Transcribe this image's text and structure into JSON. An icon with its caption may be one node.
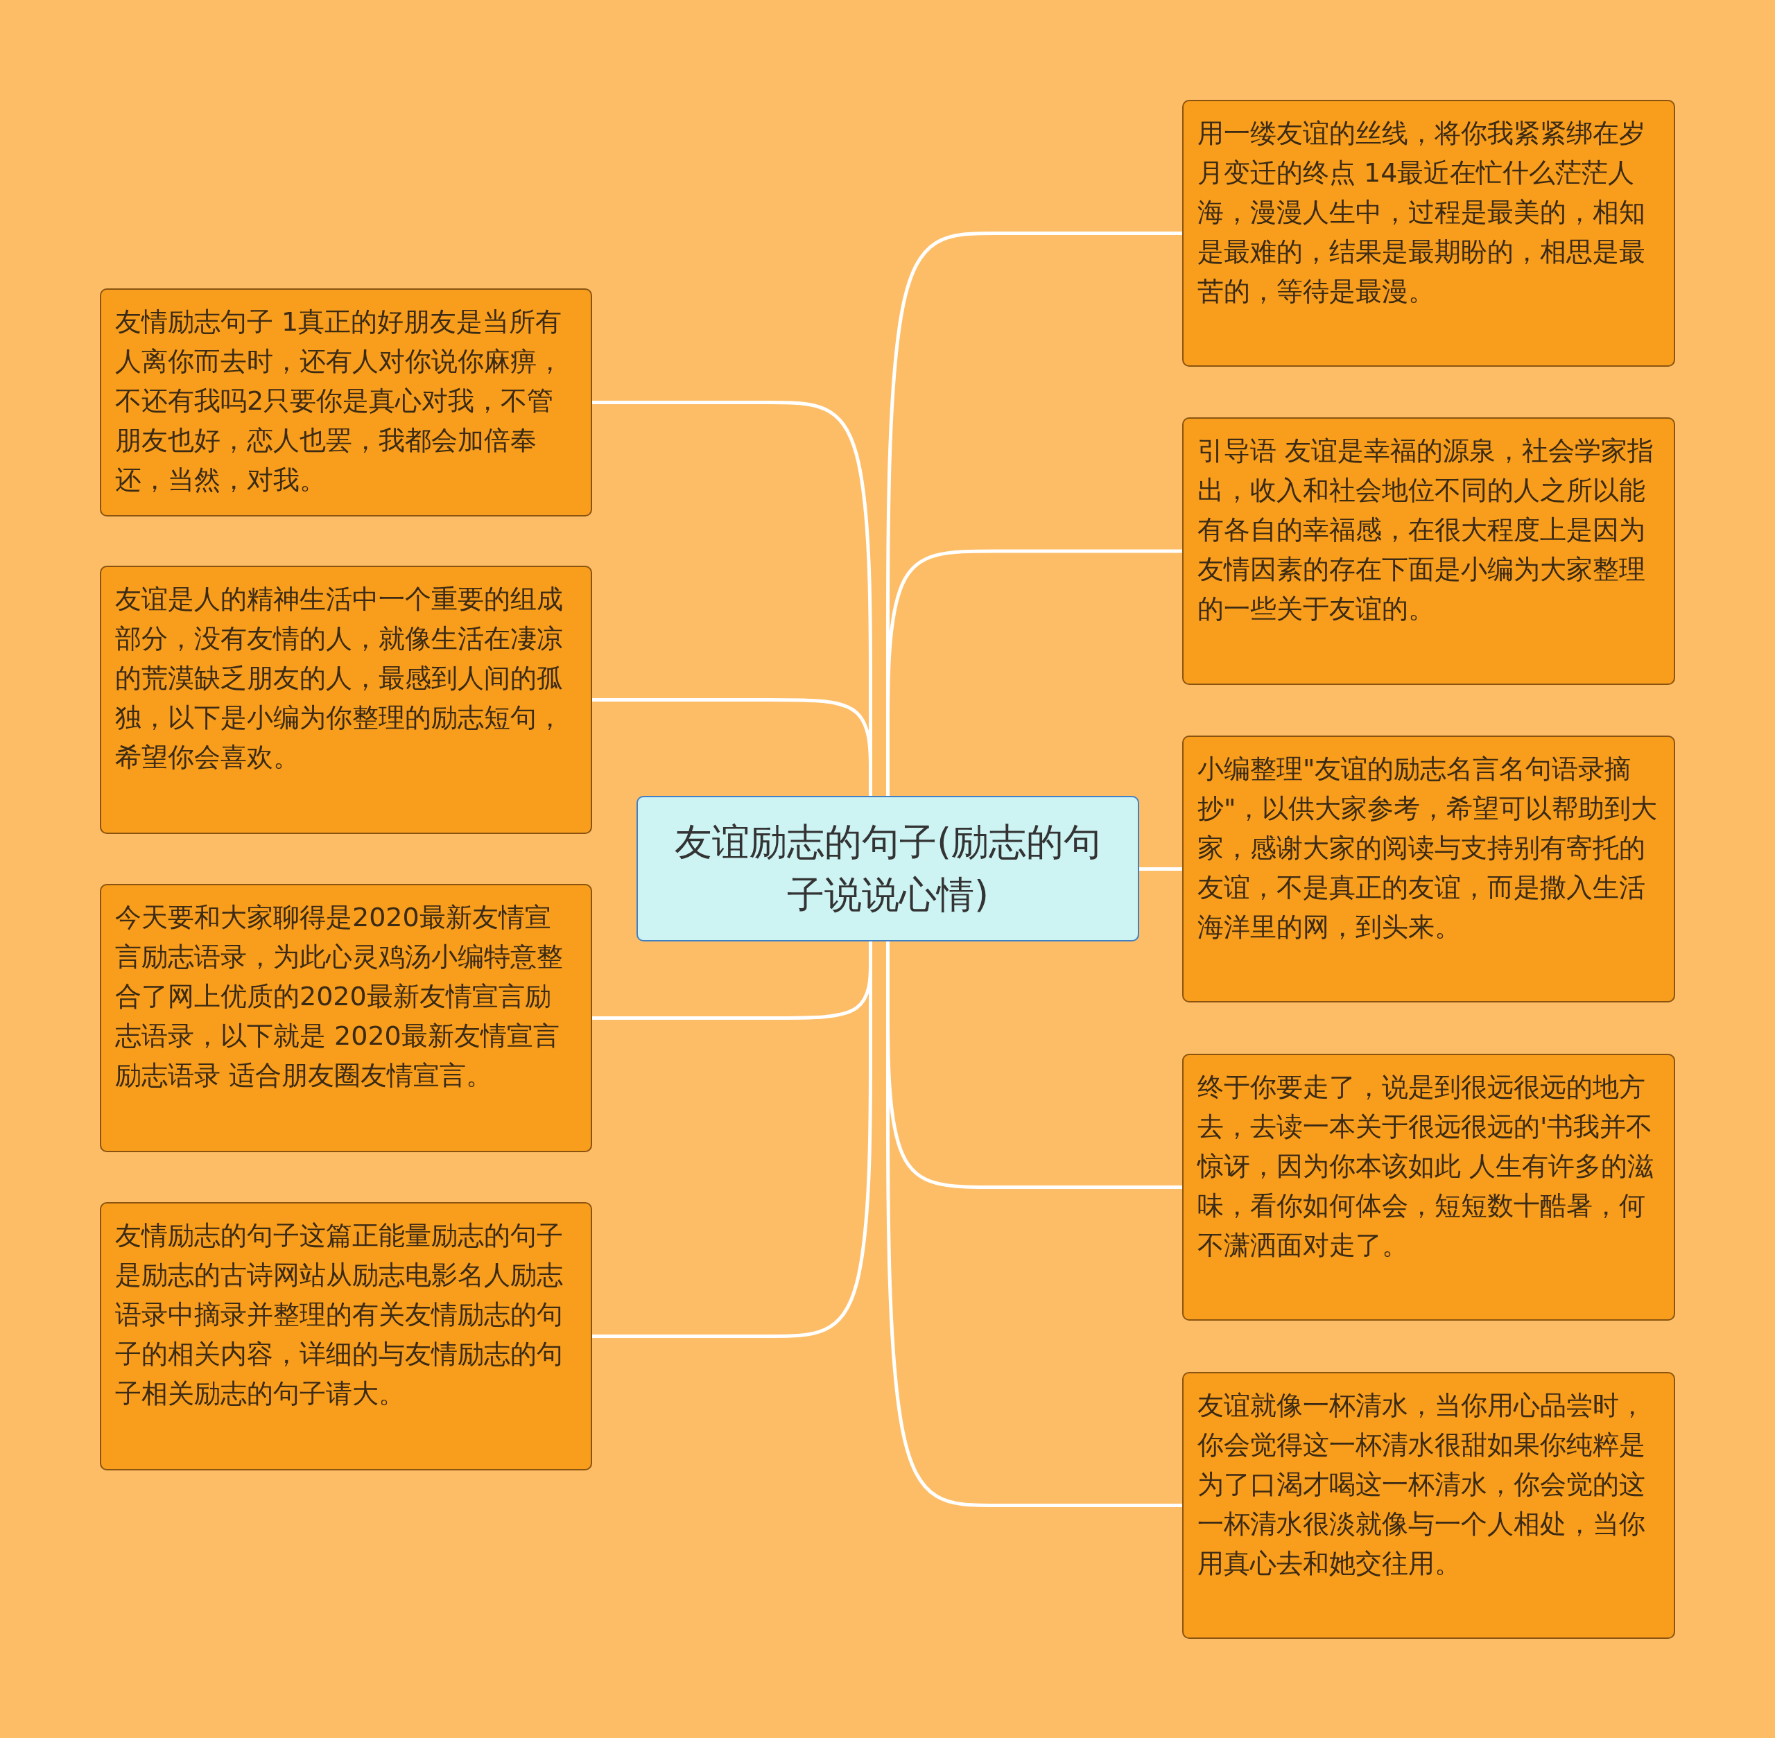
{
  "diagram": {
    "nodes": [
      {
        "text": [
          "友谊励志的句子(励志的句子说说心情)"
        ]
      },
      {
        "text": [
          "友情励志句子 1真正的好朋友是当所有人离你而去时，还有人对你说你麻痹，不还有我吗2只要你是真心对我，不管朋友也好，恋人也罢，我都会加倍奉还，当然，对我。"
        ]
      },
      {
        "text": [
          "友谊是人的精神生活中一个重要的组成部分，没有友情的人，就像生活在凄凉的荒漠缺乏朋友的人，最感到人间的孤独，以下是小编为你整理的励志短句，希望你会喜欢。"
        ]
      },
      {
        "text": [
          "今天要和大家聊得是2020最新友情宣言励志语录，为此心灵鸡汤小编特意整合了网上优质的2020最新友情宣言励志语录，以下就是 2020最新友情宣言励志语录 适合朋友圈友情宣言。"
        ]
      },
      {
        "text": [
          "友情励志的句子这篇正能量励志的句子是励志的古诗网站从励志电影名人励志语录中摘录并整理的有关友情励志的句子的相关内容，详细的与友情励志的句子相关励志的句子请大。"
        ]
      },
      {
        "text": [
          "用一缕友谊的丝线，将你我紧紧绑在岁月变迁的终点 14最近在忙什么茫茫人海，漫漫人生中，过程是最美的，相知是最难的，结果是最期盼的，相思是最苦的，等待是最漫。"
        ]
      },
      {
        "text": [
          "引导语 友谊是幸福的源泉，社会学家指出，收入和社会地位不同的人之所以能有各自的幸福感，在很大程度上是因为友情因素的存在下面是小编为大家整理的一些关于友谊的。"
        ]
      },
      {
        "text": [
          "小编整理\"友谊的励志名言名句语录摘抄\"，以供大家参考，希望可以帮助到大家，感谢大家的阅读与支持别有寄托的友谊，不是真正的友谊，而是撒入生活海洋里的网，到头来。"
        ]
      },
      {
        "text": [
          "终于你要走了，说是到很远很远的地方去，去读一本关于很远很远的'书我并不惊讶，因为你本该如此 人生有许多的滋味，看你如何体会，短短数十酷暑，何不潇洒面对走了。"
        ]
      },
      {
        "text": [
          "友谊就像一杯清水，当你用心品尝时，你会觉得这一杯清水很甜如果你纯粹是为了口渴才喝这一杯清水，你会觉的这一杯清水很淡就像与一个人相处，当你用真心去和她交往用。"
        ]
      }
    ],
    "edges": [
      {
        "from": 0,
        "to": 1,
        "arrow": "none"
      },
      {
        "from": 0,
        "to": 2,
        "arrow": "none"
      },
      {
        "from": 0,
        "to": 3,
        "arrow": "none"
      },
      {
        "from": 0,
        "to": 4,
        "arrow": "none"
      },
      {
        "from": 0,
        "to": 5,
        "arrow": "none"
      },
      {
        "from": 0,
        "to": 6,
        "arrow": "none"
      },
      {
        "from": 0,
        "to": 7,
        "arrow": "none"
      },
      {
        "from": 0,
        "to": 8,
        "arrow": "none"
      },
      {
        "from": 0,
        "to": 9,
        "arrow": "none"
      }
    ]
  }
}
